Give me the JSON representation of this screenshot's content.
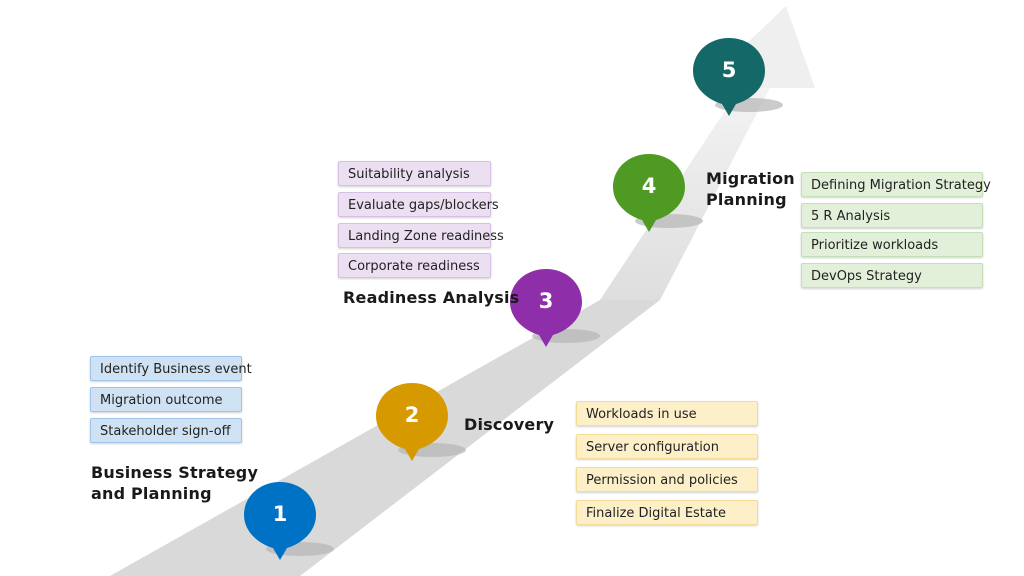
{
  "stages": [
    {
      "number": "1",
      "title": "Business Strategy\nand Planning",
      "color": "#0072c6",
      "items": [
        "Identify Business event",
        "Migration outcome",
        "Stakeholder sign-off"
      ],
      "item_color": "#cfe2f3",
      "item_border": "#9fc5e8"
    },
    {
      "number": "2",
      "title": "Discovery",
      "color": "#d69a00",
      "items": [
        "Workloads in use",
        "Server configuration",
        "Permission and policies",
        "Finalize Digital Estate"
      ],
      "item_color": "#fdf0c9",
      "item_border": "#f3dc95"
    },
    {
      "number": "3",
      "title": "Readiness Analysis",
      "color": "#8e2ea8",
      "items": [
        "Suitability analysis",
        "Evaluate gaps/blockers",
        "Landing Zone readiness",
        "Corporate readiness"
      ],
      "item_color": "#ecdff2",
      "item_border": "#d8bfe4"
    },
    {
      "number": "4",
      "title": "Migration\nPlanning",
      "color": "#4f9a23",
      "items": [
        "Defining Migration Strategy",
        "5 R Analysis",
        "Prioritize workloads",
        "DevOps Strategy"
      ],
      "item_color": "#e2f0d9",
      "item_border": "#c5e0b4"
    },
    {
      "number": "5",
      "title": "",
      "color": "#146868",
      "items": []
    }
  ]
}
